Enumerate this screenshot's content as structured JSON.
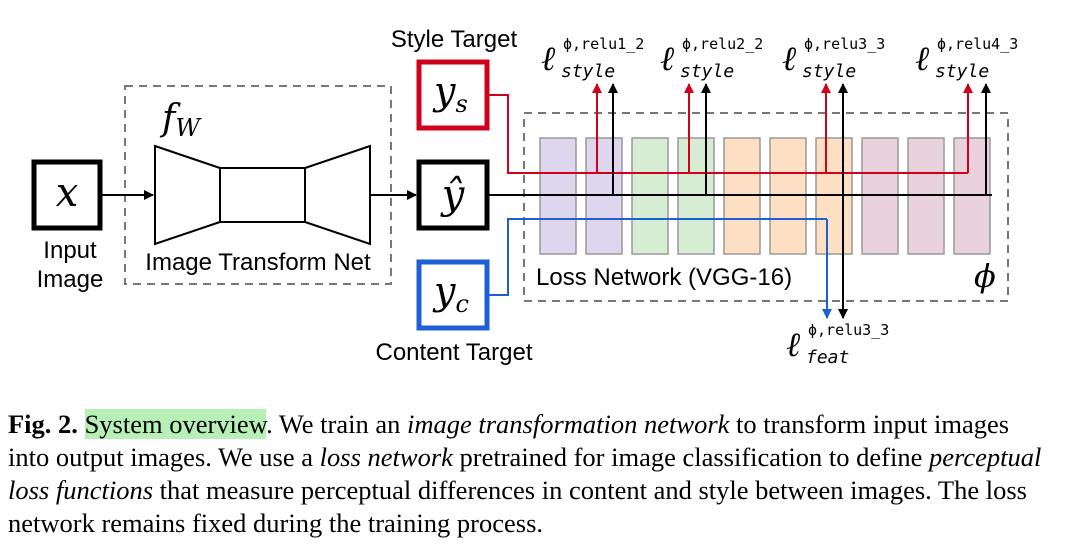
{
  "diagram": {
    "labels": {
      "style_target": "Style Target",
      "content_target": "Content Target",
      "input_image": [
        "Input",
        "Image"
      ],
      "transform_net": "Image Transform Net",
      "loss_network": "Loss Network (VGG-16)"
    },
    "symbols": {
      "x": "x",
      "y_hat": "ŷ",
      "y_s": "y",
      "y_s_sub": "s",
      "y_c": "y",
      "y_c_sub": "c",
      "f": "f",
      "f_sub": "W",
      "phi": "ϕ"
    },
    "style_losses": [
      {
        "ell": "ℓ",
        "sup": "ϕ,relu1_2",
        "sub": "style"
      },
      {
        "ell": "ℓ",
        "sup": "ϕ,relu2_2",
        "sub": "style"
      },
      {
        "ell": "ℓ",
        "sup": "ϕ,relu3_3",
        "sub": "style"
      },
      {
        "ell": "ℓ",
        "sup": "ϕ,relu4_3",
        "sub": "style"
      }
    ],
    "feat_loss": {
      "ell": "ℓ",
      "sup": "ϕ,relu3_3",
      "sub": "feat"
    },
    "colors": {
      "style": "#d0021b",
      "content": "#1f5fd6",
      "layer_purple": "#ddd6ee",
      "layer_green": "#d6ecd3",
      "layer_orange": "#fde0c4",
      "layer_pink": "#ead2dc"
    }
  },
  "caption": {
    "fig_label": "Fig. 2.",
    "highlight": "System overview",
    "p1": ". We train an ",
    "i1": "image transformation network",
    "p2": " to transform input images into output images. We use a ",
    "i2": "loss network",
    "p3": " pretrained for image classification to define ",
    "i3": "perceptual loss functions",
    "p4": " that measure perceptual differences in content and style between images. The loss network remains fixed during the training process."
  }
}
